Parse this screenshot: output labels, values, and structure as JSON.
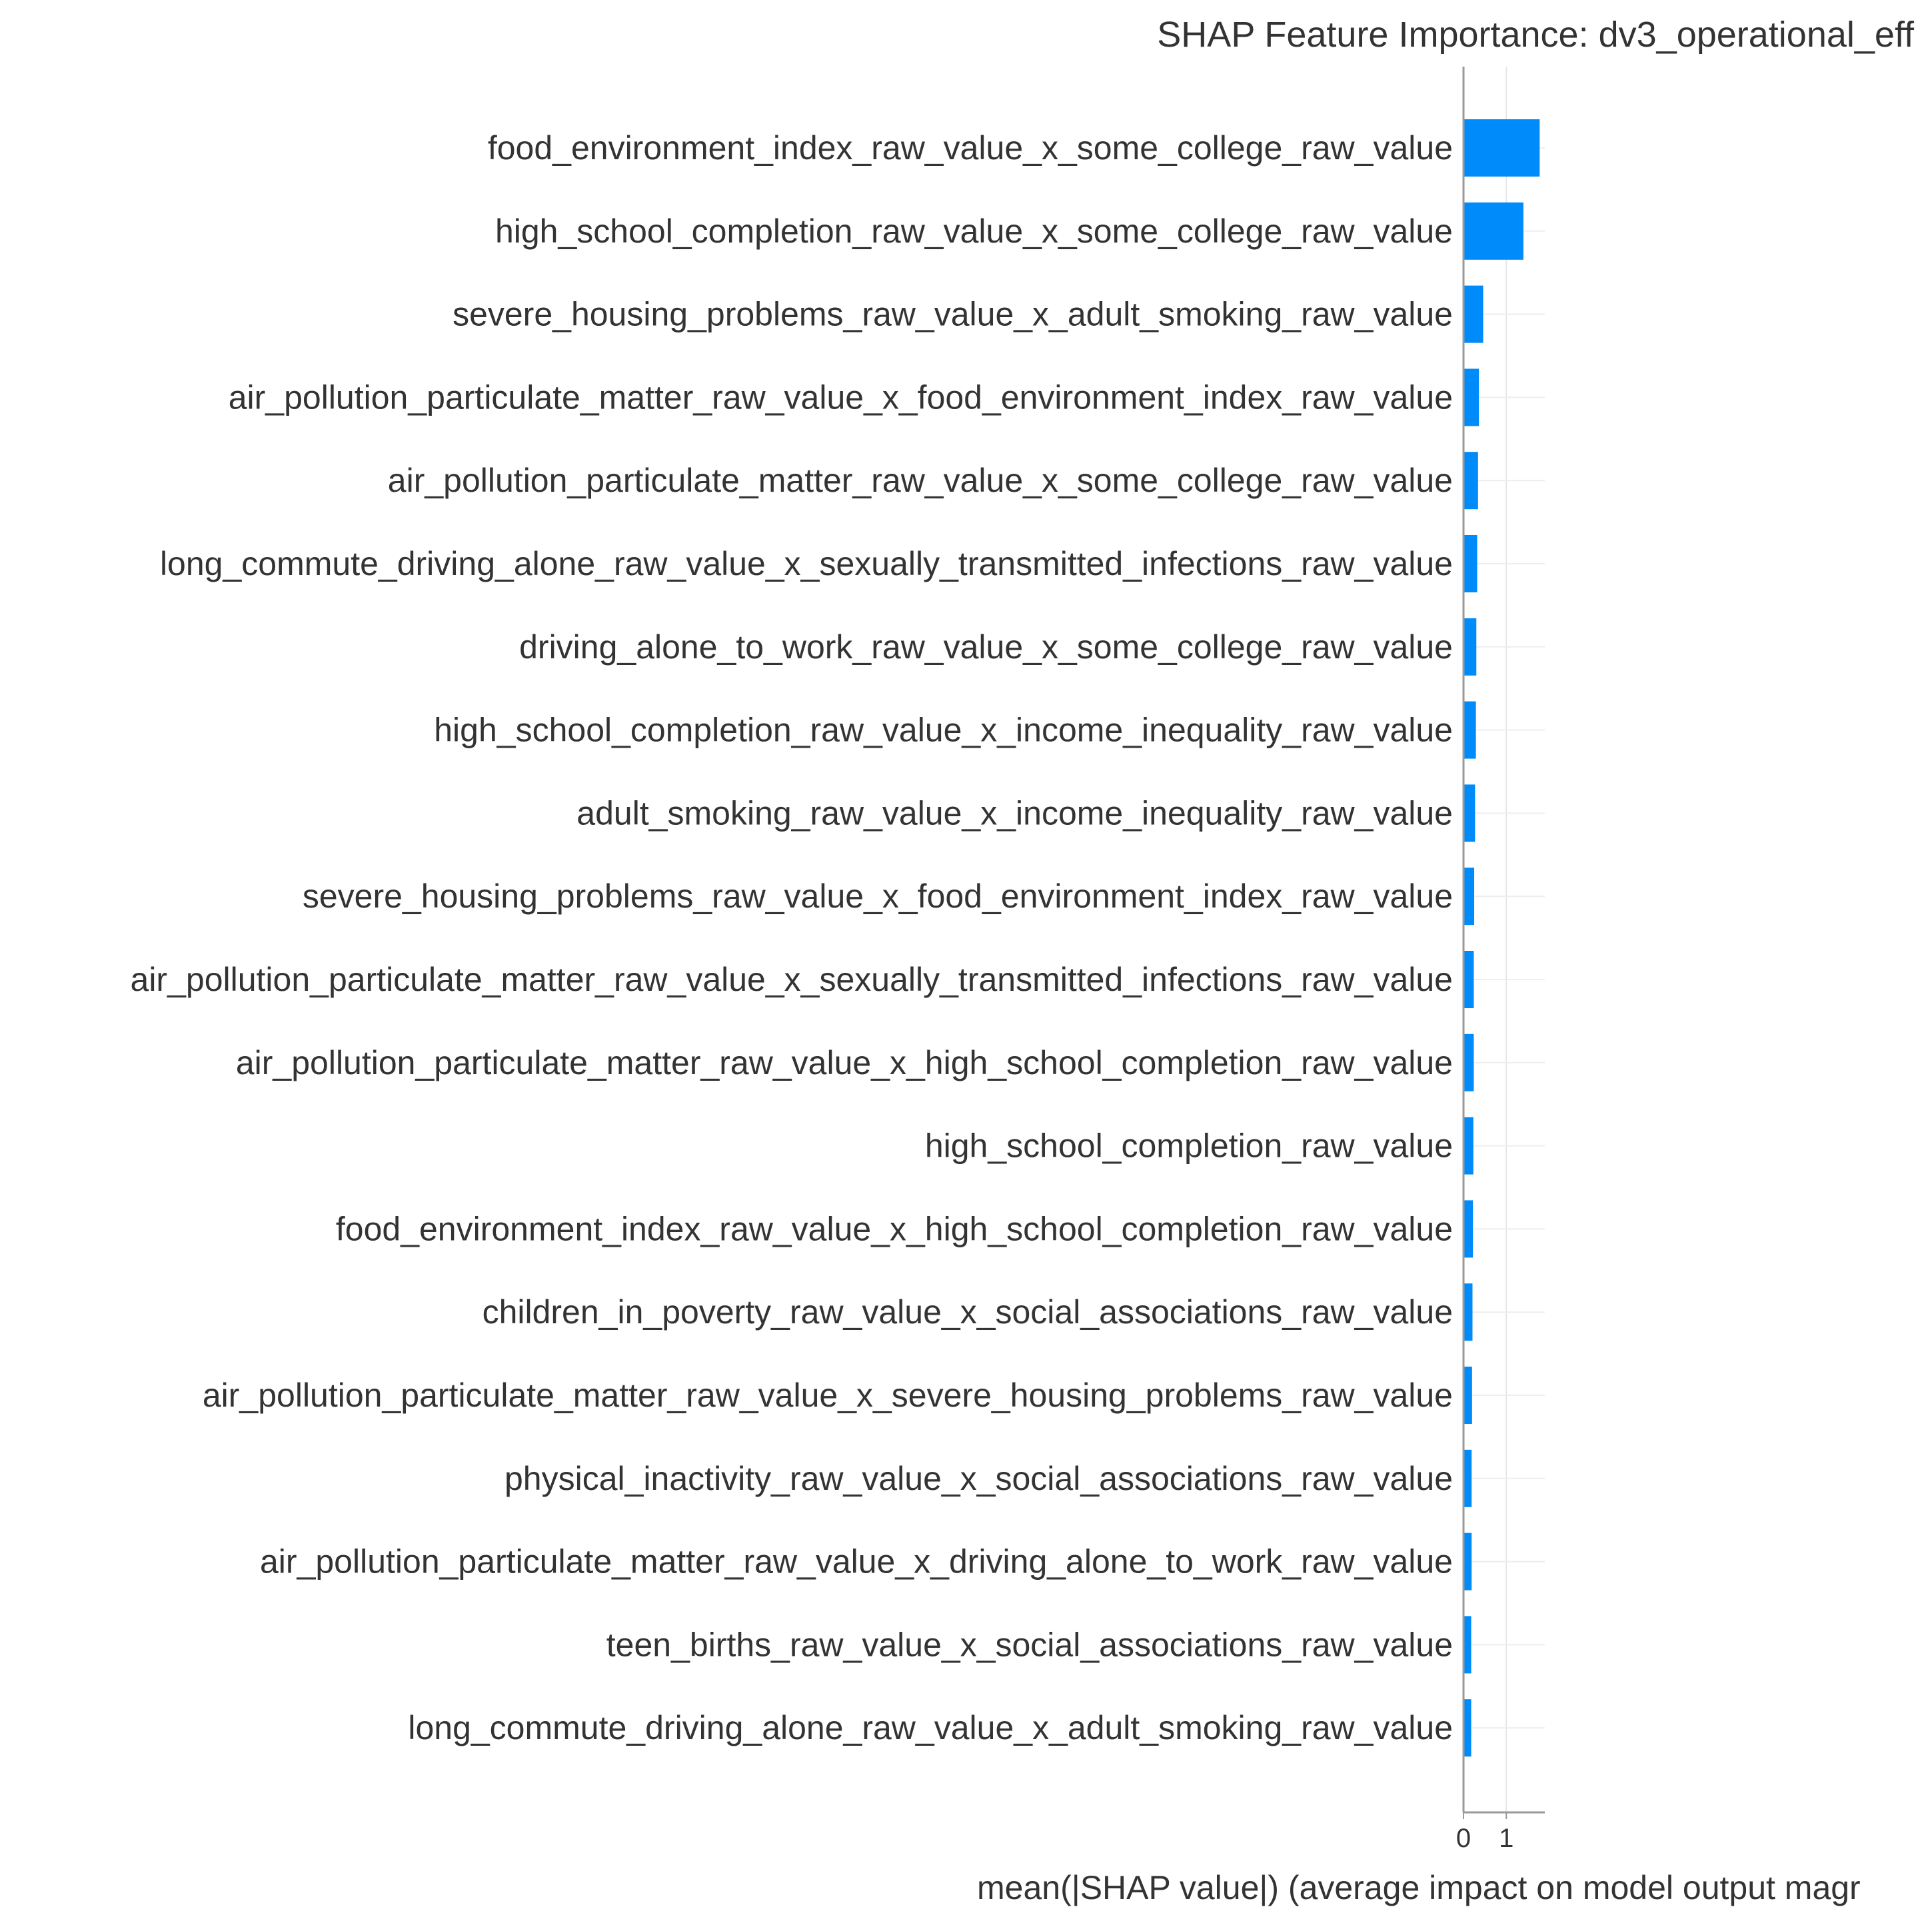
{
  "chart_data": {
    "type": "bar",
    "orientation": "horizontal",
    "title": "SHAP Feature Importance: dv3_operational_eff",
    "xlabel": "mean(|SHAP value|) (average impact on model output magr",
    "ylabel": "",
    "xlim": [
      0,
      1.9
    ],
    "xticks": [
      0,
      1
    ],
    "xtick_labels": [
      "0",
      "1"
    ],
    "grid": "vertical lines at ticks",
    "bar_color": "#008bfb",
    "categories": [
      "food_environment_index_raw_value_x_some_college_raw_value",
      "high_school_completion_raw_value_x_some_college_raw_value",
      "severe_housing_problems_raw_value_x_adult_smoking_raw_value",
      "air_pollution_particulate_matter_raw_value_x_food_environment_index_raw_value",
      "air_pollution_particulate_matter_raw_value_x_some_college_raw_value",
      "long_commute_driving_alone_raw_value_x_sexually_transmitted_infections_raw_value",
      "driving_alone_to_work_raw_value_x_some_college_raw_value",
      "high_school_completion_raw_value_x_income_inequality_raw_value",
      "adult_smoking_raw_value_x_income_inequality_raw_value",
      "severe_housing_problems_raw_value_x_food_environment_index_raw_value",
      "air_pollution_particulate_matter_raw_value_x_sexually_transmitted_infections_raw_value",
      "air_pollution_particulate_matter_raw_value_x_high_school_completion_raw_value",
      "high_school_completion_raw_value",
      "food_environment_index_raw_value_x_high_school_completion_raw_value",
      "children_in_poverty_raw_value_x_social_associations_raw_value",
      "air_pollution_particulate_matter_raw_value_x_severe_housing_problems_raw_value",
      "physical_inactivity_raw_value_x_social_associations_raw_value",
      "air_pollution_particulate_matter_raw_value_x_driving_alone_to_work_raw_value",
      "teen_births_raw_value_x_social_associations_raw_value",
      "long_commute_driving_alone_raw_value_x_adult_smoking_raw_value"
    ],
    "values": [
      1.78,
      1.4,
      0.46,
      0.36,
      0.34,
      0.32,
      0.3,
      0.29,
      0.27,
      0.25,
      0.24,
      0.24,
      0.23,
      0.22,
      0.21,
      0.2,
      0.19,
      0.19,
      0.18,
      0.18
    ]
  }
}
